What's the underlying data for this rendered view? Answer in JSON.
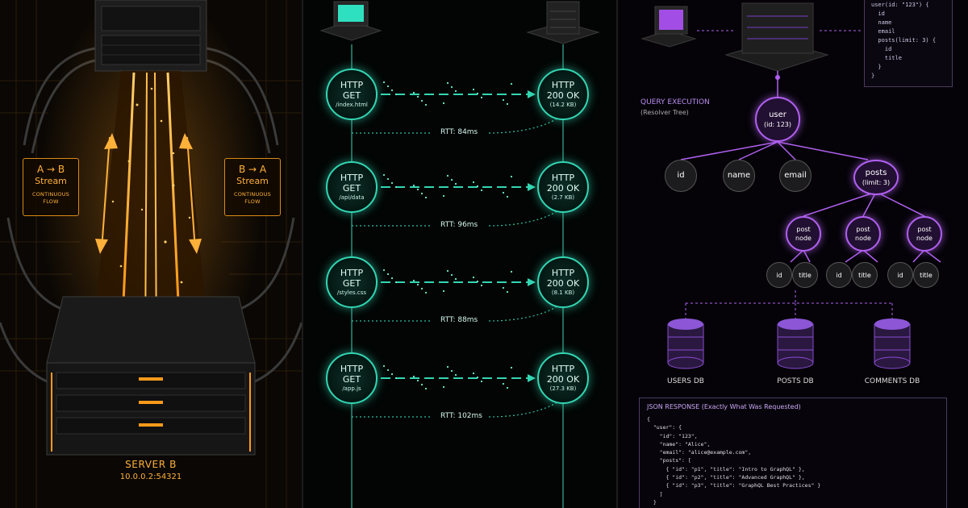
{
  "stream_panel": {
    "left_box": {
      "line1": "A → B",
      "line2": "Stream",
      "line3": "CONTINUOUS",
      "line4": "FLOW"
    },
    "right_box": {
      "line1": "B → A",
      "line2": "Stream",
      "line3": "CONTINUOUS",
      "line4": "FLOW"
    },
    "server_name": "SERVER B",
    "server_address": "10.0.0.2:54321",
    "colors": {
      "accent": "#ff9a1a",
      "glow": "#ffb13a"
    }
  },
  "http_panel": {
    "requests": [
      {
        "method": "HTTP",
        "verb": "GET",
        "path": "/index.html",
        "response_line1": "HTTP",
        "response_line2": "200 OK",
        "size": "(14.2 KB)",
        "rtt": "RTT: 84ms"
      },
      {
        "method": "HTTP",
        "verb": "GET",
        "path": "/api/data",
        "response_line1": "HTTP",
        "response_line2": "200 OK",
        "size": "(2.7 KB)",
        "rtt": "RTT: 96ms"
      },
      {
        "method": "HTTP",
        "verb": "GET",
        "path": "/styles.css",
        "response_line1": "HTTP",
        "response_line2": "200 OK",
        "size": "(8.1 KB)",
        "rtt": "RTT: 88ms"
      },
      {
        "method": "HTTP",
        "verb": "GET",
        "path": "/app.js",
        "response_line1": "HTTP",
        "response_line2": "200 OK",
        "size": "(27.3 KB)",
        "rtt": "RTT: 102ms"
      }
    ],
    "colors": {
      "accent": "#33d6b3"
    }
  },
  "graphql_panel": {
    "query_lines": [
      "user(id: \"123\") {",
      "  id",
      "  name",
      "  email",
      "  posts(limit: 3) {",
      "    id",
      "    title",
      "  }",
      "}"
    ],
    "execution_title": "QUERY EXECUTION",
    "execution_subtitle": "(Resolver Tree)",
    "root_node": {
      "line1": "user",
      "line2": "(id: 123)"
    },
    "fields": [
      "id",
      "name",
      "email"
    ],
    "posts_node": {
      "line1": "posts",
      "line2": "(limit: 3)"
    },
    "post_node": {
      "line1": "post",
      "line2": "node"
    },
    "post_fields": [
      "id",
      "title"
    ],
    "databases": [
      "USERS DB",
      "POSTS DB",
      "COMMENTS DB"
    ],
    "json_title": "JSON RESPONSE (Exactly What Was Requested)",
    "json_lines": [
      "{",
      "  \"user\": {",
      "    \"id\": \"123\",",
      "    \"name\": \"Alice\",",
      "    \"email\": \"alice@example.com\",",
      "    \"posts\": [",
      "      { \"id\": \"p1\", \"title\": \"Intro to GraphQL\" },",
      "      { \"id\": \"p2\", \"title\": \"Advanced GraphQL\" },",
      "      { \"id\": \"p3\", \"title\": \"GraphQL Best Practices\" }",
      "    ]",
      "  }",
      "}"
    ],
    "colors": {
      "accent": "#b060f0"
    }
  }
}
